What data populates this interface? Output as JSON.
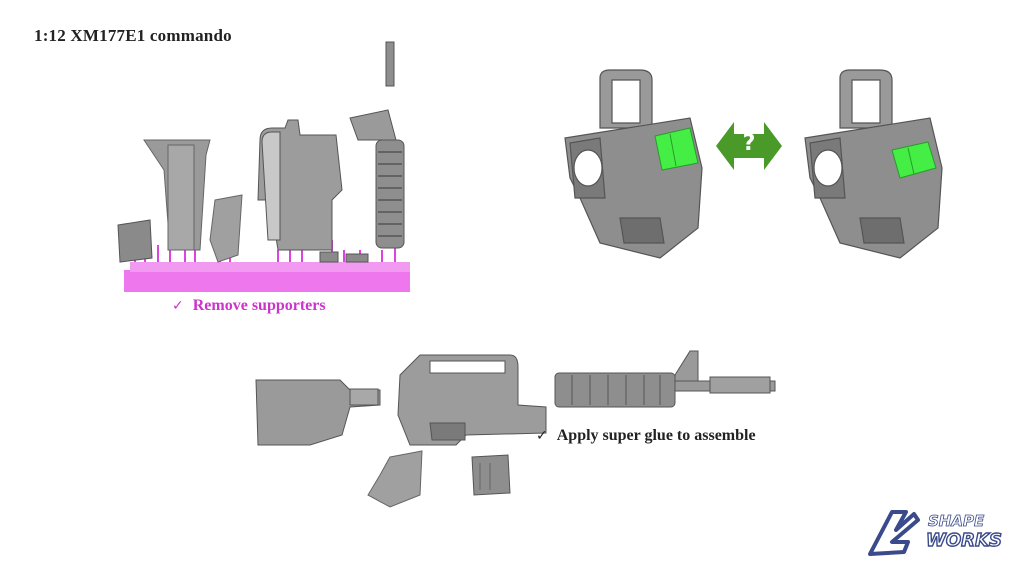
{
  "slide": {
    "title": "1:12 XM177E1 commando",
    "note_remove": "Remove supporters",
    "note_glue": "Apply super glue to assemble",
    "check_mark": "✓",
    "compare_symbol": "?",
    "logo": {
      "line1": "SHAPE",
      "line2": "WORKS"
    }
  },
  "colors": {
    "part_gray": "#9a9a9a",
    "part_dark": "#6e6e6e",
    "support_pink": "#ee66ee",
    "highlight_green": "#44ee44",
    "arrow_green": "#4a9a2a",
    "logo_blue": "#3a4a8a",
    "note_magenta": "#cc33cc"
  }
}
